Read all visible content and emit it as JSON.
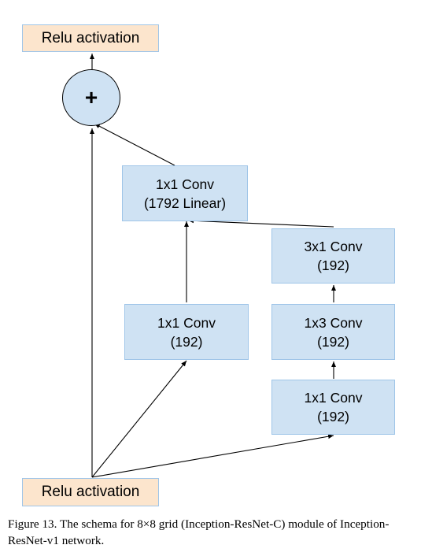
{
  "diagram": {
    "top_relu": {
      "label": "Relu activation"
    },
    "add_node": {
      "symbol": "+"
    },
    "conv_linear": {
      "line1": "1x1 Conv",
      "line2": "(1792 Linear)"
    },
    "conv_3x1": {
      "line1": "3x1 Conv",
      "line2": "(192)"
    },
    "conv_1x1_left": {
      "line1": "1x1 Conv",
      "line2": "(192)"
    },
    "conv_1x3": {
      "line1": "1x3 Conv",
      "line2": "(192)"
    },
    "conv_1x1_right": {
      "line1": "1x1 Conv",
      "line2": "(192)"
    },
    "bottom_relu": {
      "label": "Relu activation"
    }
  },
  "caption": {
    "text": "Figure 13. The schema for 8×8 grid (Inception-ResNet-C) module of Inception-ResNet-v1 network."
  }
}
